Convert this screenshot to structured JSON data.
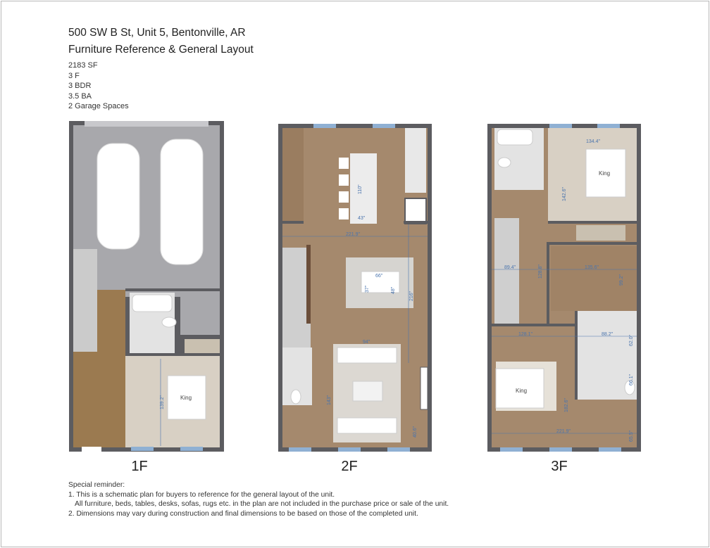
{
  "header": {
    "address": "500 SW B St, Unit 5, Bentonville, AR",
    "subtitle": "Furniture Reference & General Layout",
    "specs": [
      "2183 SF",
      "3 F",
      "3 BDR",
      "3.5 BA",
      "2 Garage Spaces"
    ]
  },
  "floors": [
    {
      "label": "1F",
      "bed_label": "King",
      "dims": [
        "139.2\""
      ]
    },
    {
      "label": "2F",
      "dims": [
        "110\"",
        "43\"",
        "221.9\"",
        "66\"",
        "37\"",
        "48\"",
        "216\"",
        "94\"",
        "143\"",
        "40.6\""
      ]
    },
    {
      "label": "3F",
      "bed_labels": [
        "King",
        "King"
      ],
      "dims": [
        "134.4\"",
        "142.6\"",
        "128.8\"",
        "89.4\"",
        "135.6\"",
        "99.2\"",
        "128.1\"",
        "88.2\"",
        "62.0\"",
        "66.1\"",
        "182.6\"",
        "65.5\"",
        "221.9\""
      ]
    }
  ],
  "notes": {
    "heading": "Special reminder:",
    "items": [
      "1. This is a schematic plan for buyers to reference for the general layout of the unit.",
      "All furniture, beds, tables, desks, sofas, rugs etc. in the plan are not included in the purchase price or sale of the unit.",
      "2. Dimensions may vary during construction and final dimensions to be based on those of the completed unit."
    ]
  },
  "colors": {
    "wall": "#5c5c60",
    "wood": "#a5896d",
    "carpet": "#d8d0c4",
    "garage": "#a8a8ac",
    "tile": "#e3e3e3",
    "window": "#8fb0d3",
    "dimension": "#4a74ad"
  }
}
